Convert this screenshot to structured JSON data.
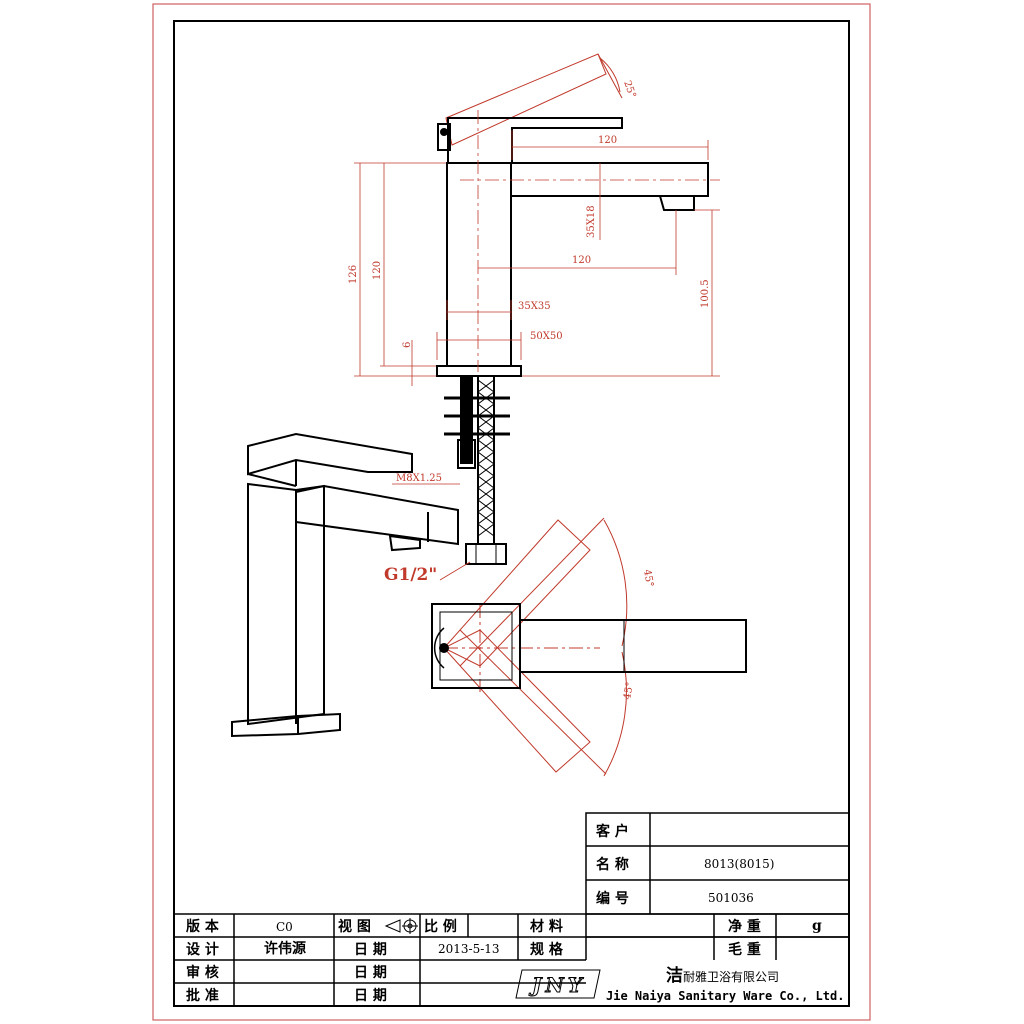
{
  "drawing": {
    "dims": {
      "angle_top": "25°",
      "spout_length_top": "120",
      "spout_section": "35X18",
      "reach": "120",
      "height_total": "126",
      "height_body": "120",
      "base_thickness": "6",
      "body_section": "35X35",
      "base_section": "50X50",
      "spout_height": "100.5",
      "thread": "M8X1.25",
      "hose_connection": "G1/2\"",
      "angle_plan_upper": "45°",
      "angle_plan_lower": "45°"
    }
  },
  "title_block": {
    "customer_label": "客 户",
    "customer_value": "",
    "name_label": "名 称",
    "name_value": "8013(8015)",
    "code_label": "编 号",
    "code_value": "501036",
    "version_label": "版 本",
    "version_value": "C0",
    "view_label": "视 图",
    "scale_label": "比 例",
    "scale_value": "",
    "material_label": "材 料",
    "material_value": "",
    "net_weight_label": "净 重",
    "net_weight_unit": "g",
    "design_label": "设 计",
    "designer": "许伟源",
    "date_label_1": "日 期",
    "date_value_1": "2013-5-13",
    "spec_label": "规 格",
    "spec_value": "",
    "gross_weight_label": "毛 重",
    "gross_weight_value": "",
    "review_label": "审 核",
    "date_label_2": "日 期",
    "approve_label": "批 准",
    "date_label_3": "日 期",
    "logo_text": "JNY",
    "company_cn_big": "洁",
    "company_cn_rest": "耐雅卫浴有限公司",
    "company_en": "Jie Naiya Sanitary Ware Co., Ltd."
  }
}
